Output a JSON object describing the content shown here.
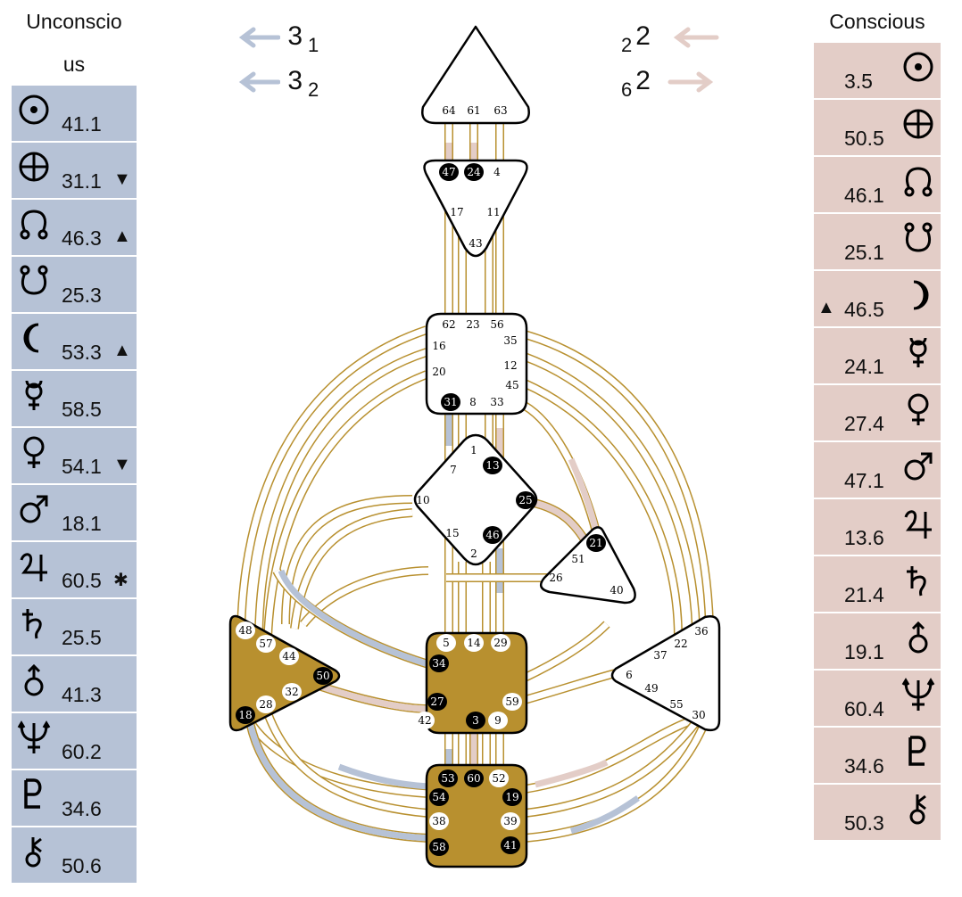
{
  "unconscious": {
    "title": "Unconscious",
    "title_line1": "Unconscio",
    "title_line2": "us",
    "rows": [
      {
        "icon": "sun-icon",
        "value": "41.1",
        "mark": ""
      },
      {
        "icon": "earth-icon",
        "value": "31.1",
        "mark": "▼"
      },
      {
        "icon": "north-node-icon",
        "value": "46.3",
        "mark": "▲"
      },
      {
        "icon": "south-node-icon",
        "value": "25.3",
        "mark": ""
      },
      {
        "icon": "moon-icon",
        "value": "53.3",
        "mark": "▲"
      },
      {
        "icon": "mercury-icon",
        "value": "58.5",
        "mark": ""
      },
      {
        "icon": "venus-icon",
        "value": "54.1",
        "mark": "▼"
      },
      {
        "icon": "mars-icon",
        "value": "18.1",
        "mark": ""
      },
      {
        "icon": "jupiter-icon",
        "value": "60.5",
        "mark": "✱"
      },
      {
        "icon": "saturn-icon",
        "value": "25.5",
        "mark": ""
      },
      {
        "icon": "uranus-icon",
        "value": "41.3",
        "mark": ""
      },
      {
        "icon": "neptune-icon",
        "value": "60.2",
        "mark": ""
      },
      {
        "icon": "pluto-icon",
        "value": "34.6",
        "mark": ""
      },
      {
        "icon": "chiron-icon",
        "value": "50.6",
        "mark": ""
      }
    ]
  },
  "conscious": {
    "title": "Conscious",
    "rows": [
      {
        "icon": "sun-icon",
        "value": "3.5",
        "mark": ""
      },
      {
        "icon": "earth-icon",
        "value": "50.5",
        "mark": ""
      },
      {
        "icon": "north-node-icon",
        "value": "46.1",
        "mark": ""
      },
      {
        "icon": "south-node-icon",
        "value": "25.1",
        "mark": ""
      },
      {
        "icon": "moon-icon",
        "value": "46.5",
        "mark": "▲"
      },
      {
        "icon": "mercury-icon",
        "value": "24.1",
        "mark": ""
      },
      {
        "icon": "venus-icon",
        "value": "27.4",
        "mark": ""
      },
      {
        "icon": "mars-icon",
        "value": "47.1",
        "mark": ""
      },
      {
        "icon": "jupiter-icon",
        "value": "13.6",
        "mark": ""
      },
      {
        "icon": "saturn-icon",
        "value": "21.4",
        "mark": ""
      },
      {
        "icon": "uranus-icon",
        "value": "19.1",
        "mark": ""
      },
      {
        "icon": "neptune-icon",
        "value": "60.4",
        "mark": ""
      },
      {
        "icon": "pluto-icon",
        "value": "34.6",
        "mark": ""
      },
      {
        "icon": "chiron-icon",
        "value": "50.3",
        "mark": ""
      }
    ]
  },
  "variables": {
    "left": [
      {
        "main": "3",
        "sub": "1",
        "direction": "left"
      },
      {
        "main": "3",
        "sub": "2",
        "direction": "left"
      }
    ],
    "right": [
      {
        "main": "2",
        "sub": "2",
        "direction": "left"
      },
      {
        "main": "2",
        "sub": "6",
        "direction": "right"
      }
    ]
  },
  "colors": {
    "unconscious": "#b6c2d6",
    "conscious": "#e3cdc7",
    "defined_center": "#b8902f",
    "channel": "#b8902f",
    "gate_active": "#000000",
    "gate_inactive": "#ffffff"
  },
  "centers": {
    "head": {
      "defined": false,
      "gates": [
        {
          "n": "64",
          "a": false
        },
        {
          "n": "61",
          "a": false
        },
        {
          "n": "63",
          "a": false
        }
      ]
    },
    "ajna": {
      "defined": false,
      "gates": [
        {
          "n": "47",
          "a": true
        },
        {
          "n": "24",
          "a": true
        },
        {
          "n": "4",
          "a": false
        },
        {
          "n": "17",
          "a": false
        },
        {
          "n": "11",
          "a": false
        },
        {
          "n": "43",
          "a": false
        }
      ]
    },
    "throat": {
      "defined": false,
      "gates": [
        {
          "n": "62",
          "a": false
        },
        {
          "n": "23",
          "a": false
        },
        {
          "n": "56",
          "a": false
        },
        {
          "n": "16",
          "a": false
        },
        {
          "n": "35",
          "a": false
        },
        {
          "n": "20",
          "a": false
        },
        {
          "n": "12",
          "a": false
        },
        {
          "n": "45",
          "a": false
        },
        {
          "n": "31",
          "a": true
        },
        {
          "n": "8",
          "a": false
        },
        {
          "n": "33",
          "a": false
        }
      ]
    },
    "g": {
      "defined": false,
      "gates": [
        {
          "n": "1",
          "a": false
        },
        {
          "n": "7",
          "a": false
        },
        {
          "n": "13",
          "a": true
        },
        {
          "n": "10",
          "a": false
        },
        {
          "n": "25",
          "a": true
        },
        {
          "n": "15",
          "a": false
        },
        {
          "n": "46",
          "a": true
        },
        {
          "n": "2",
          "a": false
        }
      ]
    },
    "heart": {
      "defined": false,
      "gates": [
        {
          "n": "21",
          "a": true
        },
        {
          "n": "51",
          "a": false
        },
        {
          "n": "26",
          "a": false
        },
        {
          "n": "40",
          "a": false
        }
      ]
    },
    "spleen": {
      "defined": true,
      "gates": [
        {
          "n": "48",
          "a": false
        },
        {
          "n": "57",
          "a": false
        },
        {
          "n": "44",
          "a": false
        },
        {
          "n": "50",
          "a": true
        },
        {
          "n": "32",
          "a": false
        },
        {
          "n": "28",
          "a": false
        },
        {
          "n": "18",
          "a": true
        }
      ]
    },
    "sacral": {
      "defined": true,
      "gates": [
        {
          "n": "5",
          "a": false
        },
        {
          "n": "14",
          "a": false
        },
        {
          "n": "29",
          "a": false
        },
        {
          "n": "34",
          "a": true
        },
        {
          "n": "27",
          "a": true
        },
        {
          "n": "59",
          "a": false
        },
        {
          "n": "42",
          "a": false
        },
        {
          "n": "3",
          "a": true
        },
        {
          "n": "9",
          "a": false
        }
      ]
    },
    "solar_plexus": {
      "defined": false,
      "gates": [
        {
          "n": "36",
          "a": false
        },
        {
          "n": "22",
          "a": false
        },
        {
          "n": "37",
          "a": false
        },
        {
          "n": "6",
          "a": false
        },
        {
          "n": "49",
          "a": false
        },
        {
          "n": "55",
          "a": false
        },
        {
          "n": "30",
          "a": false
        }
      ]
    },
    "root": {
      "defined": true,
      "gates": [
        {
          "n": "53",
          "a": true
        },
        {
          "n": "60",
          "a": true
        },
        {
          "n": "52",
          "a": false
        },
        {
          "n": "54",
          "a": true
        },
        {
          "n": "19",
          "a": true
        },
        {
          "n": "38",
          "a": false
        },
        {
          "n": "39",
          "a": false
        },
        {
          "n": "58",
          "a": true
        },
        {
          "n": "41",
          "a": true
        }
      ]
    }
  }
}
